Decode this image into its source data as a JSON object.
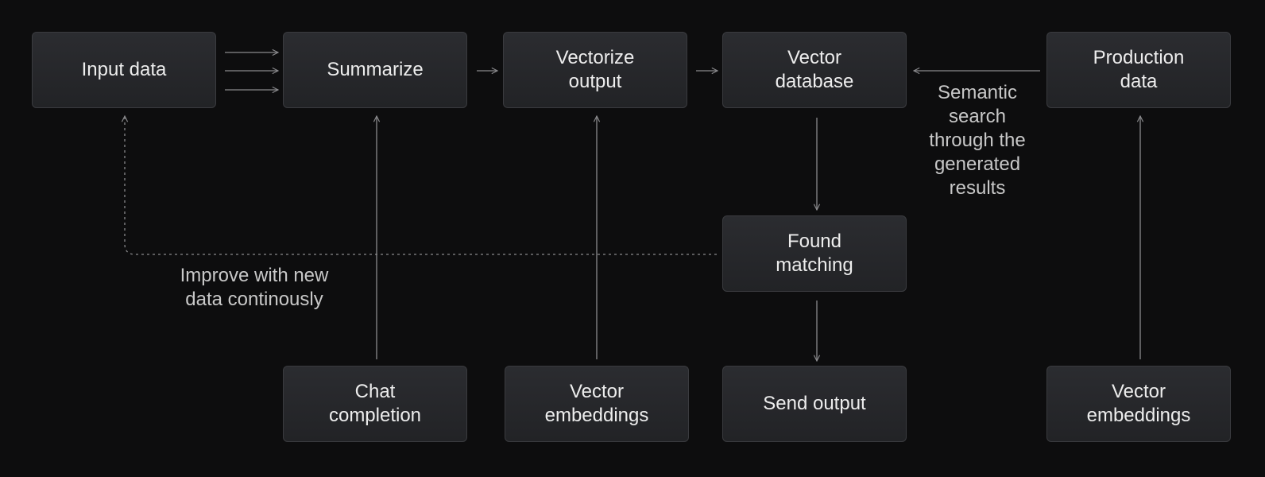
{
  "nodes": {
    "input_data": "Input data",
    "summarize": "Summarize",
    "vectorize_output": "Vectorize\noutput",
    "vector_database": "Vector\ndatabase",
    "production_data": "Production\ndata",
    "found_matching": "Found\nmatching",
    "chat_completion": "Chat\ncompletion",
    "vector_embeddings_1": "Vector\nembeddings",
    "send_output": "Send output",
    "vector_embeddings_2": "Vector\nembeddings"
  },
  "labels": {
    "semantic_search": "Semantic\nsearch\nthrough the\ngenerated\nresults",
    "improve": "Improve with new\ndata continously"
  },
  "colors": {
    "background": "#0d0d0e",
    "node_fill": "#2b2c30",
    "node_border": "#3a3b3f",
    "arrow": "#8a8a8d"
  }
}
